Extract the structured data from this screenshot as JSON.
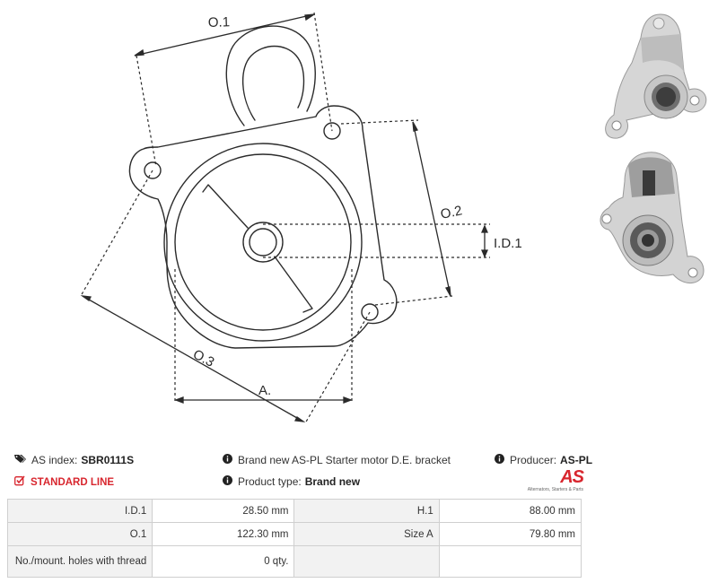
{
  "drawing": {
    "labels": {
      "o1": "O.1",
      "o2": "O.2",
      "o3": "O.3",
      "id1": "I.D.1",
      "a": "A."
    }
  },
  "info": {
    "as_index_label": "AS index:",
    "as_index_value": "SBR0111S",
    "standard_line": "STANDARD LINE",
    "description": "Brand new AS-PL Starter motor D.E. bracket",
    "product_type_label": "Product type:",
    "product_type_value": "Brand new",
    "producer_label": "Producer:",
    "producer_value": "AS-PL"
  },
  "logo": {
    "mark": "AS",
    "tagline": "Alternators, Starters & Parts"
  },
  "specs": [
    {
      "k1": "I.D.1",
      "v1": "28.50 mm",
      "k2": "H.1",
      "v2": "88.00 mm"
    },
    {
      "k1": "O.1",
      "v1": "122.30  mm",
      "k2": "Size A",
      "v2": "79.80 mm"
    },
    {
      "k1": "No./mount. holes with thread",
      "v1": "0 qty.",
      "k2": "",
      "v2": ""
    }
  ],
  "colors": {
    "accent_red": "#d8262e",
    "table_key_bg": "#f2f2f2",
    "table_border": "#cfcfcf",
    "drawing_line": "#2b2b2b"
  }
}
